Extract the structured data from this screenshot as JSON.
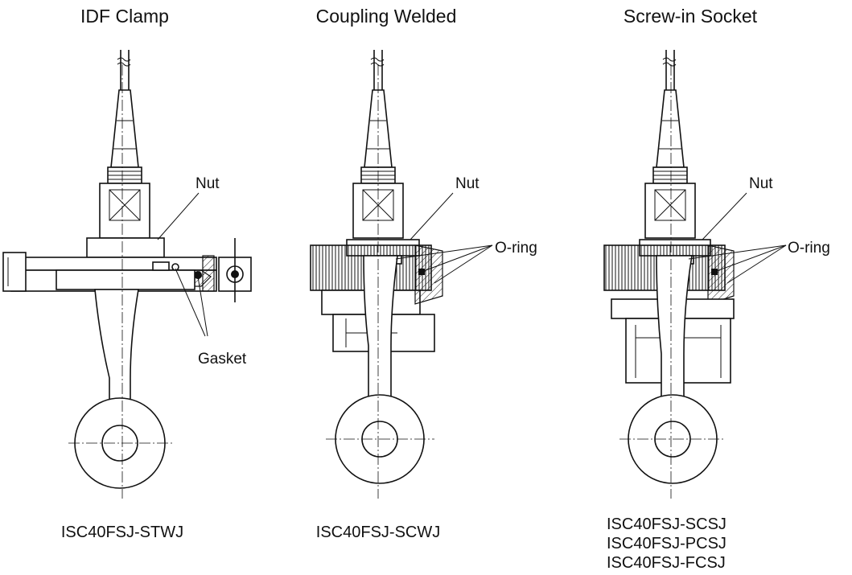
{
  "variants": [
    {
      "title": "IDF Clamp",
      "callouts": [
        "Nut",
        "Gasket"
      ],
      "models": [
        "ISC40FSJ-STWJ"
      ]
    },
    {
      "title": "Coupling Welded",
      "callouts": [
        "Nut",
        "O-ring"
      ],
      "models": [
        "ISC40FSJ-SCWJ"
      ]
    },
    {
      "title": "Screw-in Socket",
      "callouts": [
        "Nut",
        "O-ring"
      ],
      "models": [
        "ISC40FSJ-SCSJ",
        "ISC40FSJ-PCSJ",
        "ISC40FSJ-FCSJ"
      ]
    }
  ]
}
